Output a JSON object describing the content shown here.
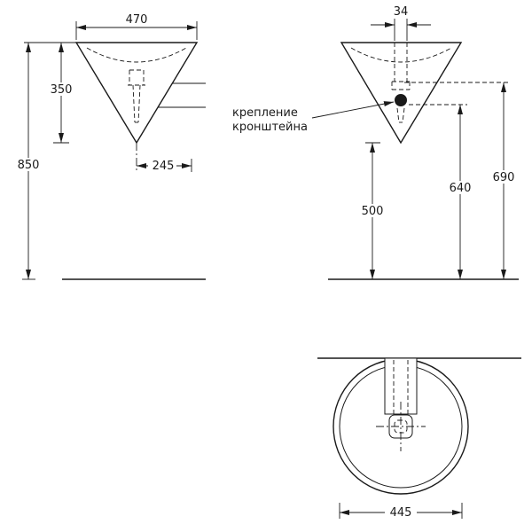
{
  "drawing": {
    "front_view": {
      "dim_width": "470",
      "dim_cone_height": "350",
      "dim_total_height": "850",
      "dim_depth": "245"
    },
    "side_view": {
      "dim_top": "34",
      "dim_bracket_height": "690",
      "dim_drain_height": "640",
      "dim_apex_height": "500",
      "annotation_line1": "крепление",
      "annotation_line2": "кронштейна"
    },
    "top_view": {
      "dim_diameter": "445"
    }
  }
}
